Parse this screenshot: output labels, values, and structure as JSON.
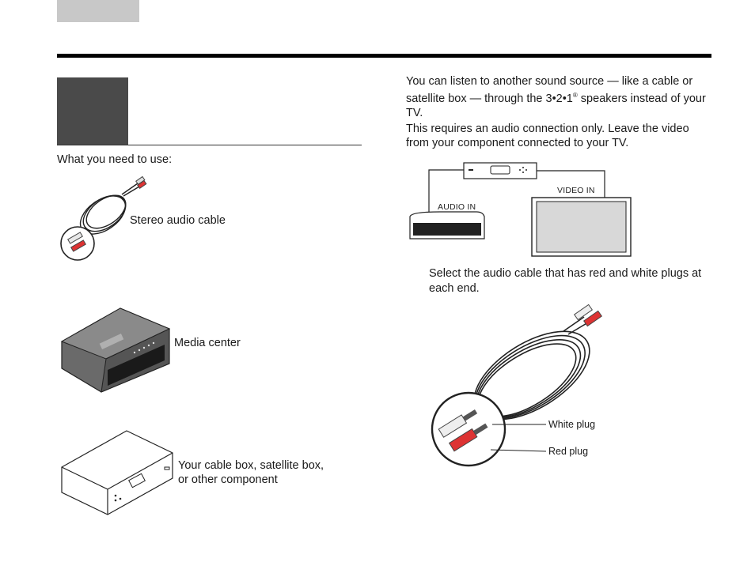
{
  "header": {
    "tab_color": "#c8c8c8",
    "rule_color": "#000000"
  },
  "left": {
    "block_color": "#4a4a4a",
    "need_label": "What you need to use:",
    "items": [
      {
        "label": "Stereo audio cable"
      },
      {
        "label": "Media center"
      },
      {
        "label_line1": "Your cable box, satellite box,",
        "label_line2": "or other component"
      }
    ]
  },
  "right": {
    "intro_prefix": "You can listen to another sound source — like a cable or satellite box — through the 3•2•1",
    "intro_reg": "®",
    "intro_suffix": " speakers instead of your TV.",
    "intro2": "This requires an audio connection only. Leave the video from your component connected to your TV.",
    "diagram": {
      "audio_in": "AUDIO IN",
      "video_in": "VIDEO IN"
    },
    "step_text": "Select the audio cable that has red and white plugs at each end.",
    "callouts": {
      "white_plug": "White plug",
      "red_plug": "Red plug"
    }
  }
}
